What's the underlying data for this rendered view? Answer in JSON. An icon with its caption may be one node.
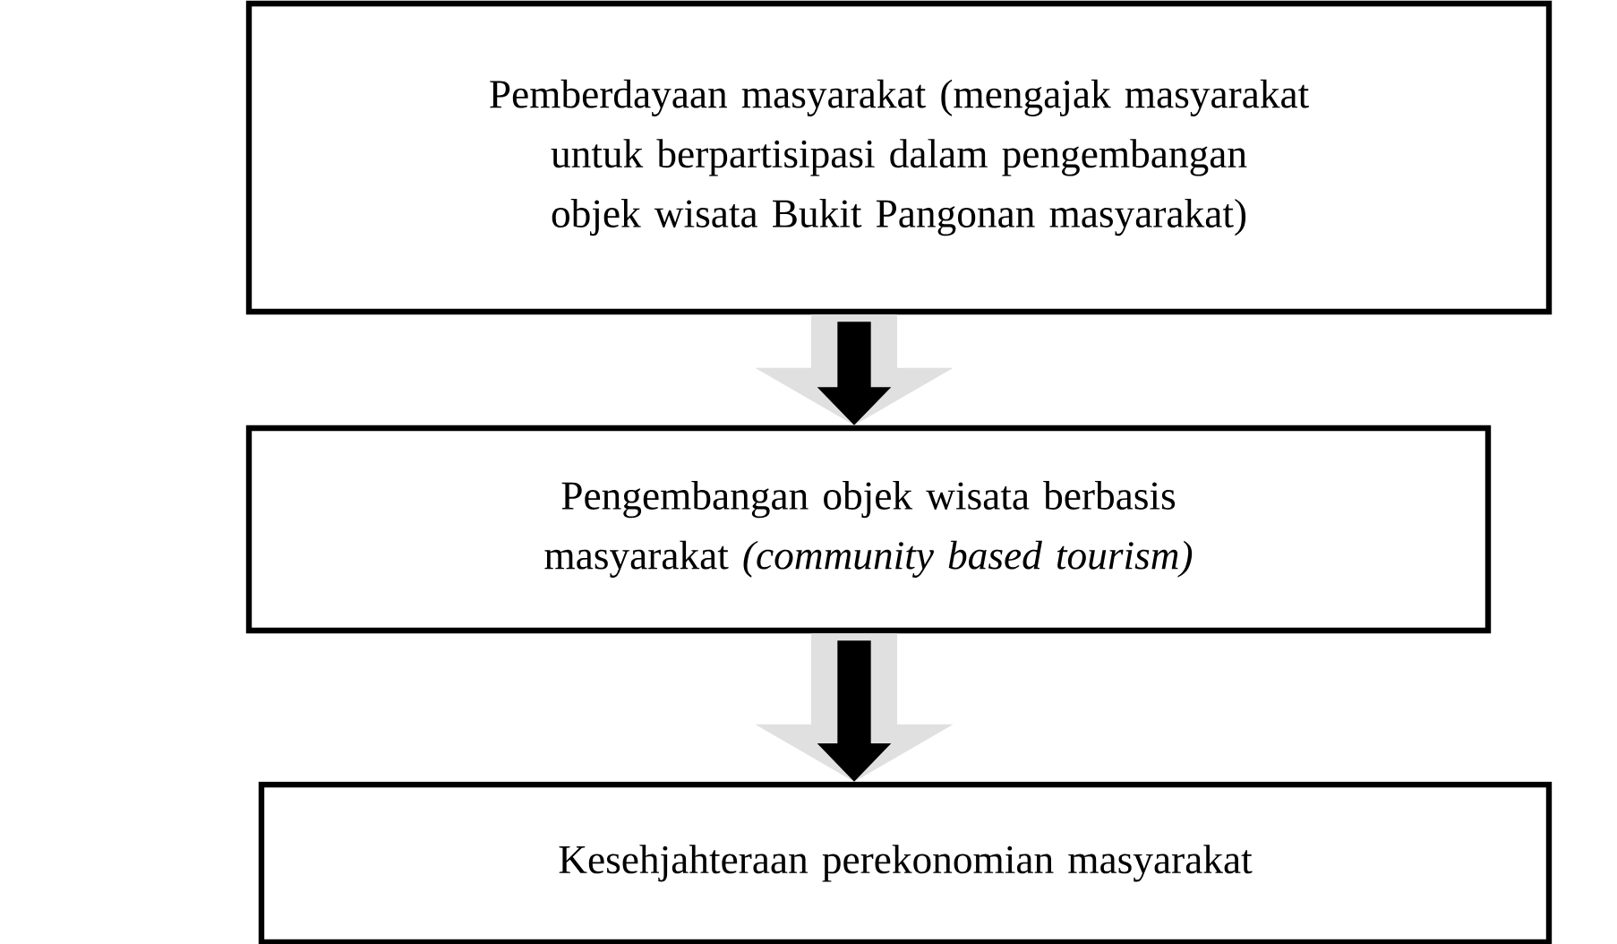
{
  "diagram": {
    "nodes": [
      {
        "text": [
          "Pemberdayaan masyarakat (mengajak masyarakat untuk berpartisipasi dalam pengembangan objek wisata Bukit Pangonan masyarakat)"
        ]
      },
      {
        "text": [
          "Pengembangan objek wisata berbasis masyarakat *(community based tourism)*"
        ]
      },
      {
        "text": [
          "Kesehjahteraan perekonomian masyarakat"
        ]
      }
    ],
    "edges": [
      {
        "from": 0,
        "to": 1,
        "arrow": "to"
      },
      {
        "from": 1,
        "to": 2,
        "arrow": "to"
      }
    ]
  }
}
